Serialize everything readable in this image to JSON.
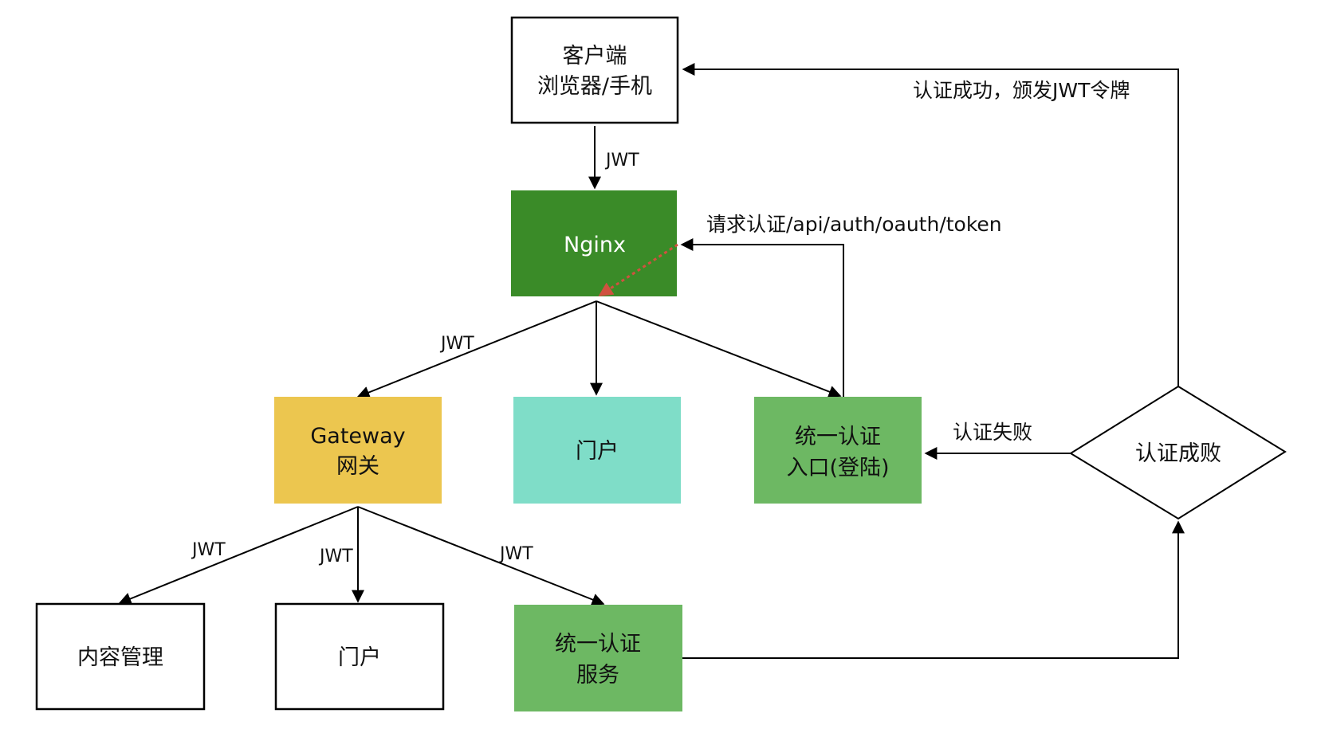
{
  "colors": {
    "nginx": "#3a8b28",
    "gateway": "#ecc64f",
    "portal": "#7fddc8",
    "auth": "#6db863",
    "line": "#000000",
    "dotted": "#d0513f"
  },
  "nodes": {
    "client": {
      "line1": "客户端",
      "line2": "浏览器/手机"
    },
    "nginx": {
      "label": "Nginx"
    },
    "gateway": {
      "line1": "Gateway",
      "line2": "网关"
    },
    "portal_top": {
      "label": "门户"
    },
    "auth_entry": {
      "line1": "统一认证",
      "line2": "入口(登陆)"
    },
    "decision": {
      "label": "认证成败"
    },
    "content_mgmt": {
      "label": "内容管理"
    },
    "portal_bottom": {
      "label": "门户"
    },
    "auth_service": {
      "line1": "统一认证",
      "line2": "服务"
    }
  },
  "edges": {
    "client_to_nginx": "JWT",
    "nginx_to_gateway": "JWT",
    "auth_request": "请求认证/api/auth/oauth/token",
    "success": "认证成功，颁发JWT令牌",
    "failure": "认证失败",
    "gateway_to_content": "JWT",
    "gateway_to_portal": "JWT",
    "gateway_to_auth": "JWT"
  }
}
